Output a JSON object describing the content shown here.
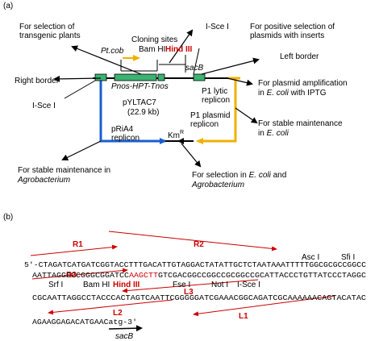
{
  "panel_a": {
    "label": "(a)",
    "annotations": {
      "transgenic": [
        "For selection of",
        "transgenic plants"
      ],
      "cloning_sites": "Cloning sites",
      "bamhi": "Bam HI",
      "hindiii": "Hind III",
      "ptcob": "Pt.cob",
      "iscei_top": "I-Sce I",
      "sacb": "sacB",
      "positive": [
        "For positive selection of",
        "plasmids with inserts"
      ],
      "left_border": "Left border",
      "right_border": "Right border",
      "cassette": "Pnos-HPT-Tnos",
      "amp1": "For plasmid amplification",
      "amp2_pre": "in ",
      "amp2_it": "E. coli",
      "amp2_post": " with IPTG",
      "p1lytic": [
        "P1 lytic",
        "replicon"
      ],
      "iscei_left": "I-Sce I",
      "vector": [
        "pYLTAC7",
        "(22.9 kb)"
      ],
      "p1plasmid": [
        "P1 plasmid",
        "replicon"
      ],
      "stable_ecoli1": "For stable maintenance",
      "stable_ecoli2_pre": "in ",
      "stable_ecoli2_it": "E. coli",
      "pria4": [
        "pRiA4",
        "replicon"
      ],
      "km": "Km",
      "km_sup": "R",
      "stable_agro1": "For stable maintenance in",
      "stable_agro2": "Agrobacterium",
      "sel_ecoli1_pre": "For selection in ",
      "sel_ecoli1_it": "E. coli",
      "sel_ecoli1_post": " and",
      "sel_ecoli2": "Agrobacterium"
    }
  },
  "panel_b": {
    "label": "(b)",
    "arrow_labels": {
      "r1": "R1",
      "r2": "R2",
      "r3": "R3",
      "l1": "L1",
      "l2": "L2",
      "l3": "L3"
    },
    "sites_row1": {
      "asci": "Asc I",
      "sfii": "Sfi I"
    },
    "sites_row2": {
      "srfi": "Srf I",
      "bamhi": "Bam HI",
      "hindiii": "Hind III",
      "fsei": "Fse I",
      "noti": "Not I",
      "iscei": "I-Sce I"
    },
    "seq1": "5'-CTAGATCATGATCGGTACCTTTGACATTGTAGGACTATATTGCTCTAATAAATTTTTGGCGCGCCGGCC",
    "seq2_a": "AATTAGGCCCGGGCGGATCC",
    "seq2_b": "AAGCTT",
    "seq2_c": "GTCGACGGCCGGCCGCGGCCGCATTACCCTGTTATCCCTAGGC",
    "seq3": "CGCAATTAGGCCTACCCACTAGTCAATTCGGGGGATCGAAACGGCAGATCGCAAAAAACAGTACATAC",
    "seq4": "AGAAGGAGACATGAACatg-3'",
    "sacb": "sacB"
  }
}
